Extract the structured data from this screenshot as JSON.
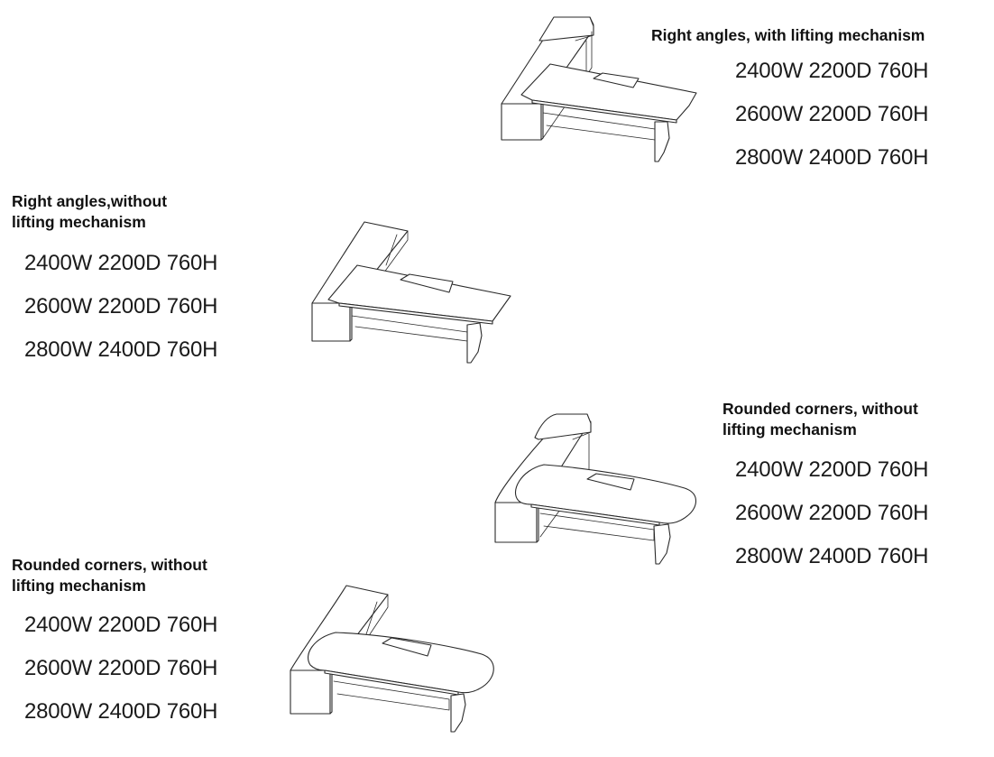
{
  "groups": [
    {
      "heading": "Right angles, with lifting mechanism",
      "corner": "right-angle",
      "sizes": [
        "2400W 2200D 760H",
        "2600W 2200D 760H",
        "2800W 2400D 760H"
      ]
    },
    {
      "heading": "Right angles,without\nlifting mechanism",
      "corner": "right-angle",
      "sizes": [
        "2400W 2200D 760H",
        "2600W 2200D 760H",
        "2800W 2400D 760H"
      ]
    },
    {
      "heading": "Rounded corners, without\nlifting mechanism",
      "corner": "rounded",
      "sizes": [
        "2400W 2200D 760H",
        "2600W 2200D 760H",
        "2800W 2400D 760H"
      ]
    },
    {
      "heading": "Rounded corners, without\nlifting mechanism",
      "corner": "rounded",
      "sizes": [
        "2400W 2200D 760H",
        "2600W 2200D 760H",
        "2800W 2400D 760H"
      ]
    }
  ]
}
